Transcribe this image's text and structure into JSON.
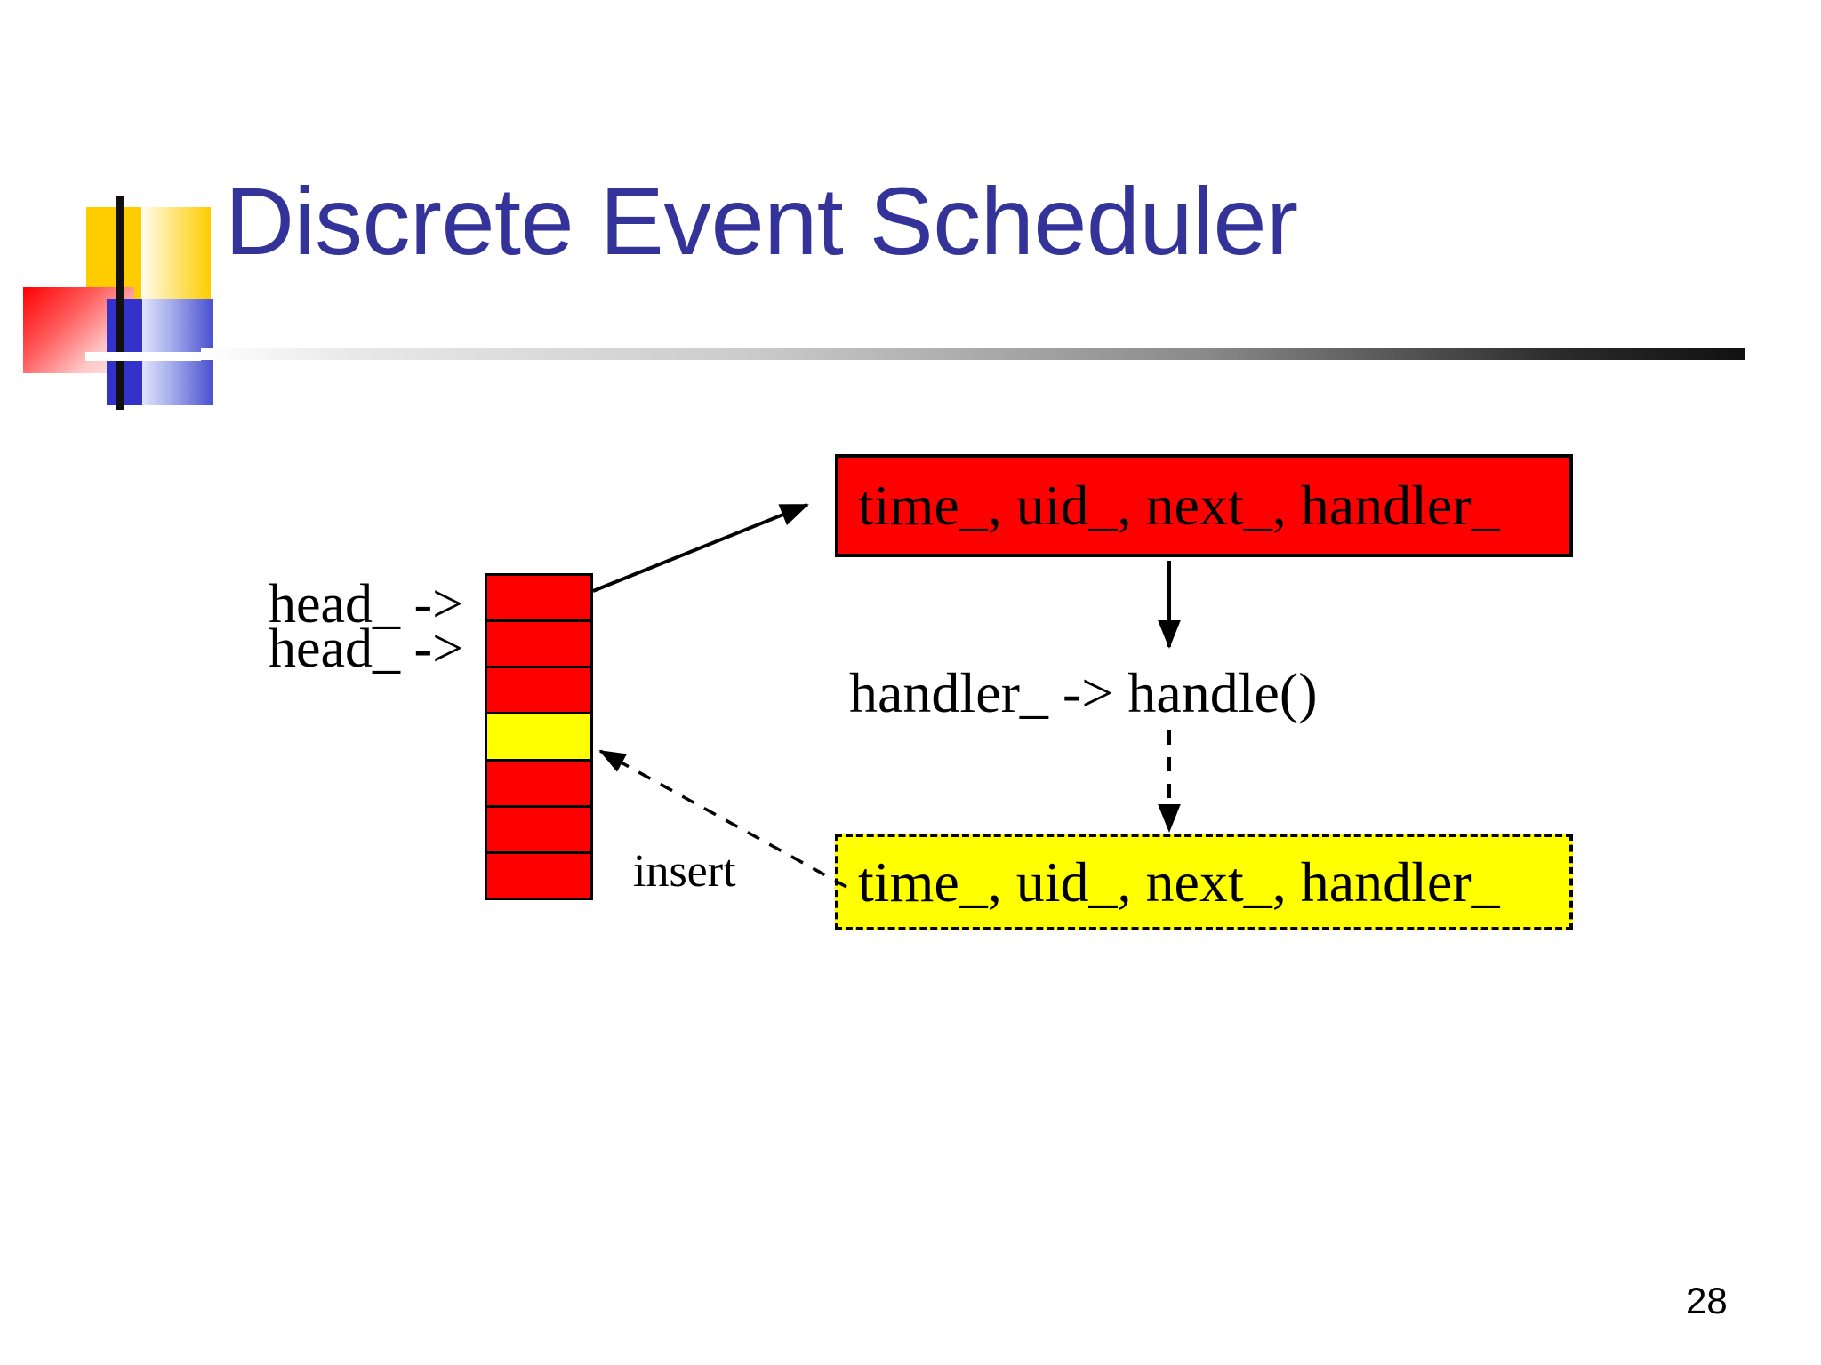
{
  "slide": {
    "title": "Discrete Event Scheduler",
    "page_number": "28",
    "title_color": "#333399",
    "background_color": "#ffffff"
  },
  "diagram": {
    "head_labels": [
      {
        "text": "head_ ->"
      },
      {
        "text": "head_ ->"
      }
    ],
    "insert_label": "insert",
    "handle_call": "handler_ -> handle()",
    "list_cells": [
      {
        "index": 0,
        "color": "#FF0000",
        "state": "occupied"
      },
      {
        "index": 1,
        "color": "#FF0000",
        "state": "occupied"
      },
      {
        "index": 2,
        "color": "#FF0000",
        "state": "occupied"
      },
      {
        "index": 3,
        "color": "#FFFF00",
        "state": "inserted"
      },
      {
        "index": 4,
        "color": "#FF0000",
        "state": "occupied"
      },
      {
        "index": 5,
        "color": "#FF0000",
        "state": "occupied"
      },
      {
        "index": 6,
        "color": "#FF0000",
        "state": "occupied"
      }
    ],
    "event_head": {
      "text": "time_, uid_, next_, handler_",
      "fill": "#FF0000",
      "border_style": "solid"
    },
    "event_new": {
      "text": "time_, uid_, next_, handler_",
      "fill": "#FFFF00",
      "border_style": "dashed"
    },
    "arrows": [
      {
        "name": "head-to-event",
        "style": "solid"
      },
      {
        "name": "event-to-handle",
        "style": "solid"
      },
      {
        "name": "handle-to-new-event",
        "style": "dashed"
      },
      {
        "name": "new-event-to-list",
        "style": "dashed"
      }
    ]
  },
  "decoration": {
    "yellow": "#FFCC00",
    "red": "#FF0000",
    "blue": "#3333CC",
    "bar": "#111111"
  }
}
